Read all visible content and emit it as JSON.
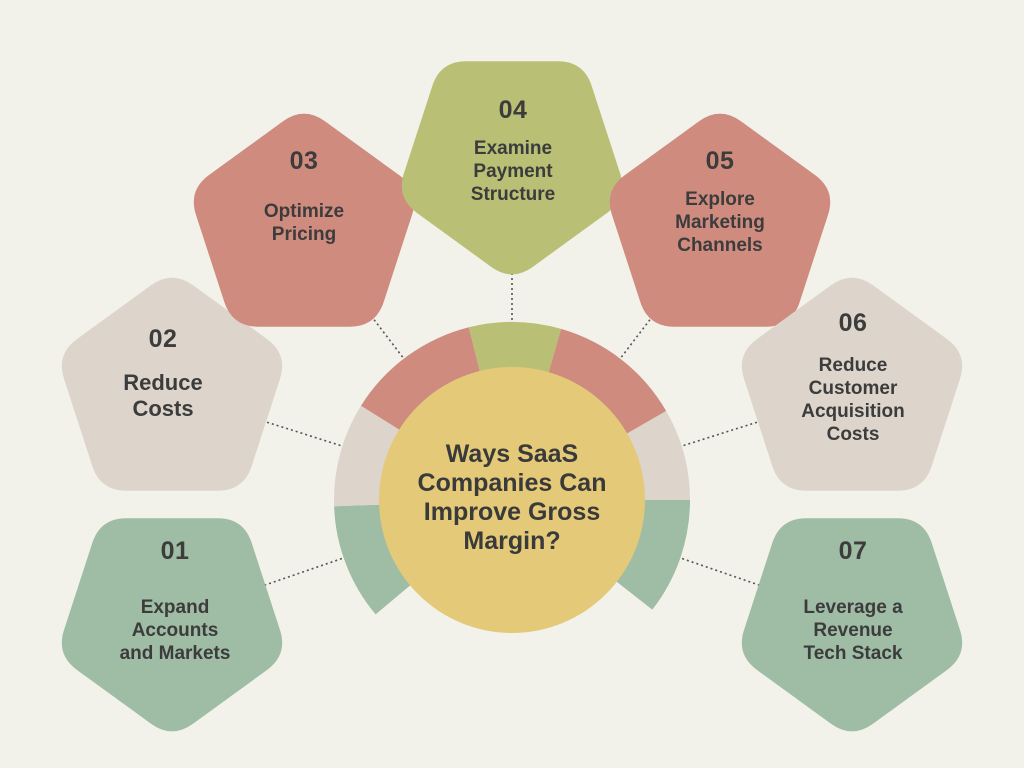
{
  "title": "Ways SaaS Companies Can Improve Gross Margin?",
  "colors": {
    "background": "#f2f2ea",
    "green": "#9fbca4",
    "beige": "#ddd5cc",
    "salmon": "#d08b7f",
    "olive": "#b9bf74",
    "center": "#e3c978",
    "text": "#3c3c3c"
  },
  "items": [
    {
      "number": "01",
      "label": "Expand Accounts and Markets",
      "color": "green"
    },
    {
      "number": "02",
      "label": "Reduce Costs",
      "color": "beige"
    },
    {
      "number": "03",
      "label": "Optimize Pricing",
      "color": "salmon"
    },
    {
      "number": "04",
      "label": "Examine Payment Structure",
      "color": "olive"
    },
    {
      "number": "05",
      "label": "Explore Marketing Channels",
      "color": "salmon"
    },
    {
      "number": "06",
      "label": "Reduce Customer Acquisition Costs",
      "color": "beige"
    },
    {
      "number": "07",
      "label": "Leverage a Revenue Tech Stack",
      "color": "green"
    }
  ]
}
